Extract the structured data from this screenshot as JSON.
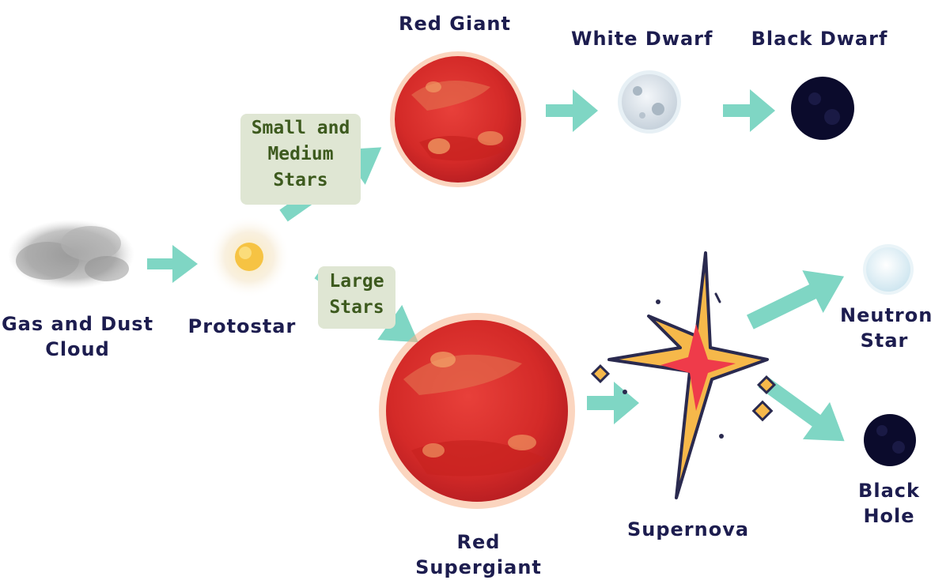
{
  "stages": {
    "gas_dust_cloud": {
      "line1": "Gas and Dust",
      "line2": "Cloud"
    },
    "protostar": "Protostar",
    "red_giant": "Red Giant",
    "white_dwarf": "White Dwarf",
    "black_dwarf": "Black Dwarf",
    "red_supergiant": {
      "line1": "Red",
      "line2": "Supergiant"
    },
    "supernova": "Supernova",
    "neutron_star": {
      "line1": "Neutron",
      "line2": "Star"
    },
    "black_hole": {
      "line1": "Black",
      "line2": "Hole"
    }
  },
  "branches": {
    "small_medium": {
      "line1": "Small and",
      "line2": "Medium",
      "line3": "Stars"
    },
    "large": {
      "line1": "Large",
      "line2": "Stars"
    }
  },
  "colors": {
    "arrow": "#7fd6c4",
    "label_text": "#1d1d4f",
    "tag_bg": "#dfe6d3",
    "tag_text": "#3d5a1e",
    "red_star": "#e2322f",
    "supernova_star": "#f6b84a"
  }
}
